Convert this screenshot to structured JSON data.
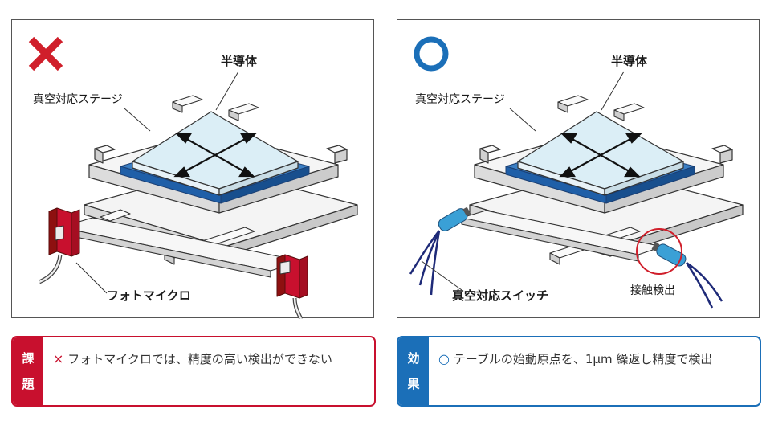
{
  "left_panel": {
    "mark": "cross",
    "label_semiconductor": "半導体",
    "label_stage": "真空対応ステージ",
    "label_sensor": "フォトマイクロ",
    "colors": {
      "mark": "#d01f2b",
      "sensor": "#c8102e",
      "stage_edge": "#1f5fa8",
      "wafer": "#dbeef6"
    }
  },
  "right_panel": {
    "mark": "circle",
    "label_semiconductor": "半導体",
    "label_stage": "真空対応ステージ",
    "label_switch": "真空対応スイッチ",
    "label_contact": "接触検出",
    "colors": {
      "mark": "#1b6fb8",
      "switch": "#3aa0d6",
      "cable": "#1e2a78",
      "highlight": "#d01f2b"
    }
  },
  "issue_box": {
    "tag_chars": [
      "課",
      "題"
    ],
    "mark": "×",
    "text": "フォトマイクロでは、精度の高い検出ができない",
    "color": "#c8102e"
  },
  "effect_box": {
    "tag_chars": [
      "効",
      "果"
    ],
    "mark": "○",
    "text": "テーブルの始動原点を、1μm 繰返し精度で検出",
    "color": "#1b6fb8"
  }
}
